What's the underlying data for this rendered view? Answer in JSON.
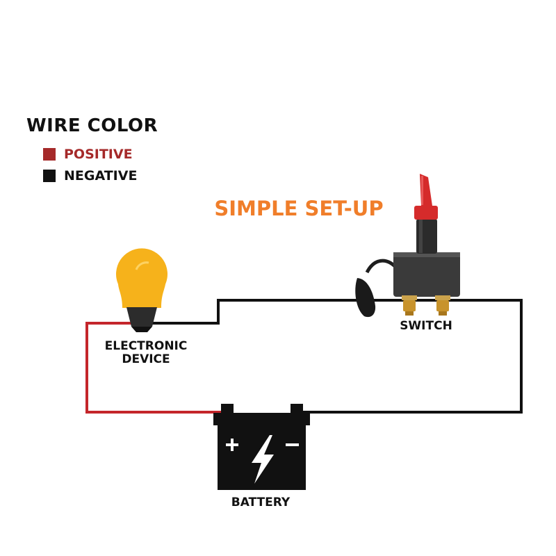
{
  "legend": {
    "title": "WIRE COLOR",
    "items": [
      {
        "label": "POSITIVE",
        "color": "#a52a2a"
      },
      {
        "label": "NEGATIVE",
        "color": "#111111"
      }
    ]
  },
  "diagram": {
    "title": "SIMPLE SET-UP",
    "title_color": "#f07e2a"
  },
  "components": {
    "device_label_line1": "ELECTRONIC",
    "device_label_line2": "DEVICE",
    "switch_label": "SWITCH",
    "battery_label": "BATTERY"
  },
  "colors": {
    "positive_wire": "#c4262b",
    "negative_wire": "#111111",
    "bulb": "#f6b21b",
    "switch_handle": "#d52b2b",
    "terminal": "#c8932c"
  },
  "icons": {
    "bulb": "light-bulb-icon",
    "battery": "battery-icon",
    "switch": "battery-disconnect-switch-icon",
    "bolt": "lightning-bolt-icon"
  }
}
